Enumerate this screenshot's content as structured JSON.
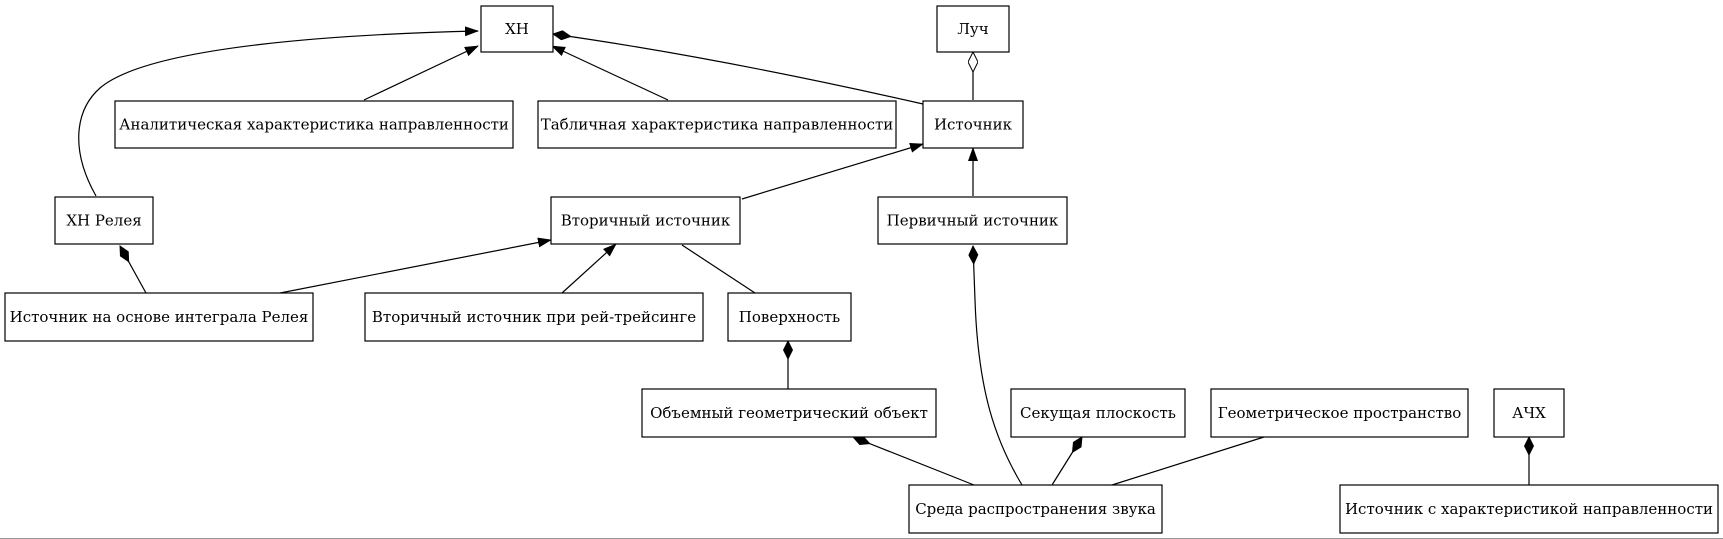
{
  "diagram": {
    "nodes": {
      "xn": "ХН",
      "luch": "Луч",
      "analit": "Аналитическая характеристика направленности",
      "tabl": "Табличная характеристика направленности",
      "istochnik": "Источник",
      "xn_releya": "ХН Релея",
      "vtorichny": "Вторичный источник",
      "pervichny": "Первичный источник",
      "ist_integral": "Источник на основе интеграла Релея",
      "vtor_ray": "Вторичный источник при рей-трейсинге",
      "poverhnost": "Поверхность",
      "obemny": "Объемный геометрический объект",
      "sekushaya": "Секущая плоскость",
      "geom_prostr": "Геометрическое пространство",
      "ach": "АЧХ",
      "sreda": "Среда распространения звука",
      "ist_xn": "Источник с характеристикой направленности"
    },
    "edges": [
      {
        "from": "analit",
        "to": "xn",
        "type": "inheritance"
      },
      {
        "from": "tabl",
        "to": "xn",
        "type": "inheritance"
      },
      {
        "from": "xn_releya",
        "to": "xn",
        "type": "inheritance"
      },
      {
        "from": "istochnik",
        "to": "xn",
        "type": "composition"
      },
      {
        "from": "istochnik",
        "to": "luch",
        "type": "aggregation"
      },
      {
        "from": "vtorichny",
        "to": "istochnik",
        "type": "inheritance"
      },
      {
        "from": "pervichny",
        "to": "istochnik",
        "type": "inheritance"
      },
      {
        "from": "ist_integral",
        "to": "xn_releya",
        "type": "composition"
      },
      {
        "from": "ist_integral",
        "to": "vtorichny",
        "type": "inheritance"
      },
      {
        "from": "vtor_ray",
        "to": "vtorichny",
        "type": "inheritance"
      },
      {
        "from": "vtorichny",
        "to": "poverhnost",
        "type": "association"
      },
      {
        "from": "obemny",
        "to": "poverhnost",
        "type": "composition"
      },
      {
        "from": "sreda",
        "to": "obemny",
        "type": "composition"
      },
      {
        "from": "sreda",
        "to": "pervichny",
        "type": "composition"
      },
      {
        "from": "sreda",
        "to": "sekushaya",
        "type": "composition"
      },
      {
        "from": "sreda",
        "to": "geom_prostr",
        "type": "association"
      },
      {
        "from": "ist_xn",
        "to": "ach",
        "type": "composition"
      }
    ]
  }
}
